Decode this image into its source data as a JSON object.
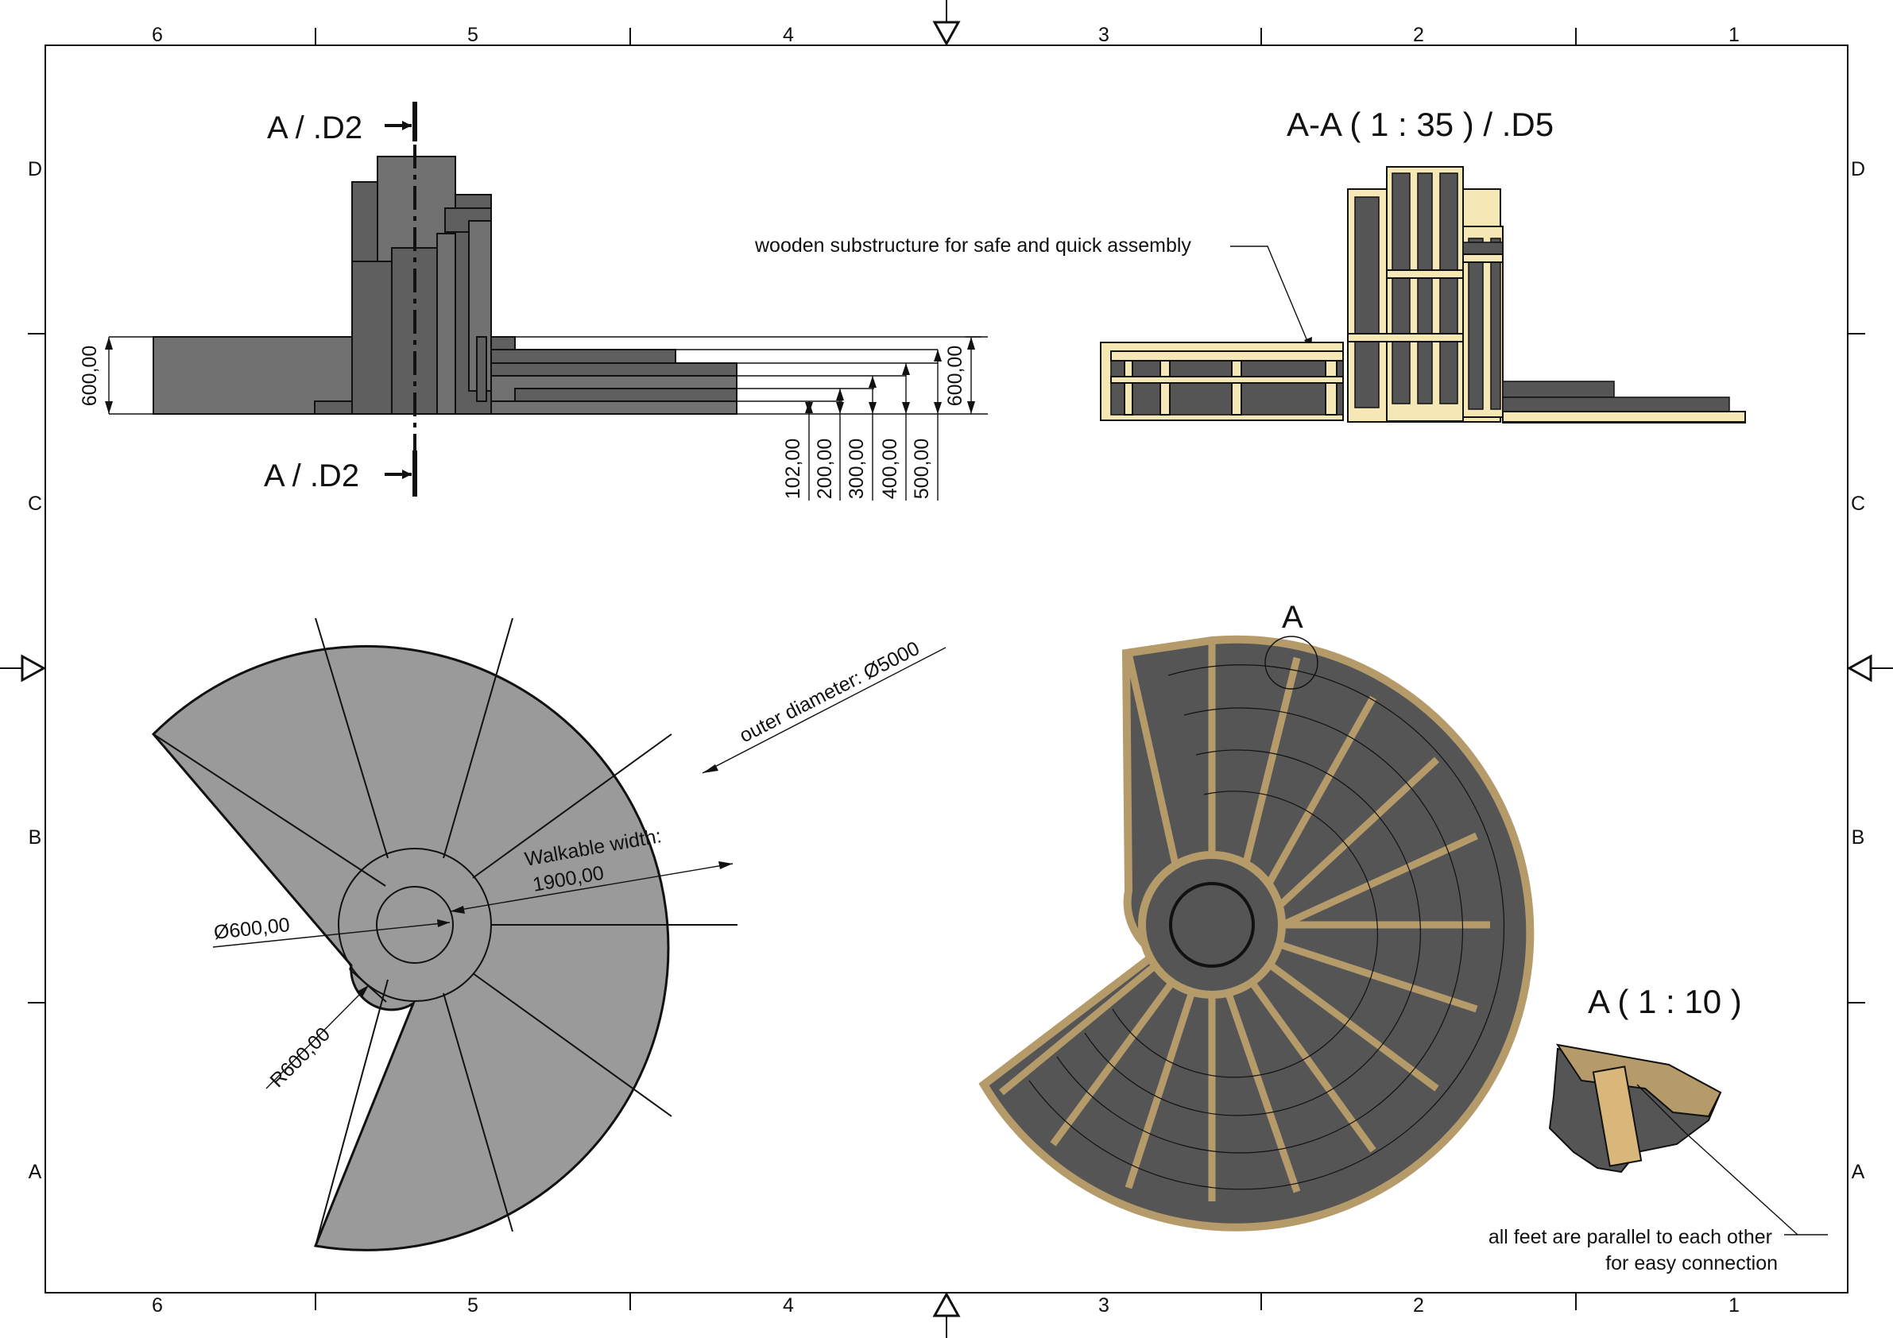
{
  "border": {
    "col_labels": [
      "6",
      "5",
      "4",
      "3",
      "2",
      "1"
    ],
    "row_labels": [
      "D",
      "C",
      "B",
      "A"
    ]
  },
  "elevation": {
    "section_mark_top": "A / .D2",
    "section_mark_bottom": "A / .D2",
    "dim_left": "600,00",
    "dim_right": "600,00",
    "step_dims": [
      "102,00",
      "200,00",
      "300,00",
      "400,00",
      "500,00"
    ]
  },
  "section": {
    "title": "A-A ( 1 : 35 ) / .D5",
    "note": "wooden substructure for safe and quick assembly"
  },
  "plan": {
    "outer_diameter": "outer diameter: Ø5000",
    "walkable_label": "Walkable width:",
    "walkable_value": "1900,00",
    "inner_diameter": "Ø600,00",
    "radius": "R600,00"
  },
  "frame_plan": {
    "detail_mark": "A"
  },
  "detail": {
    "title": "A ( 1 : 10 )",
    "note_line1": "all feet are parallel to each other",
    "note_line2": "for easy connection"
  },
  "colors": {
    "steel": "#5f5f5f",
    "tread": "#9a9a9a",
    "wood_light": "#f6e7b6",
    "wood_dark": "#b59a6a"
  }
}
